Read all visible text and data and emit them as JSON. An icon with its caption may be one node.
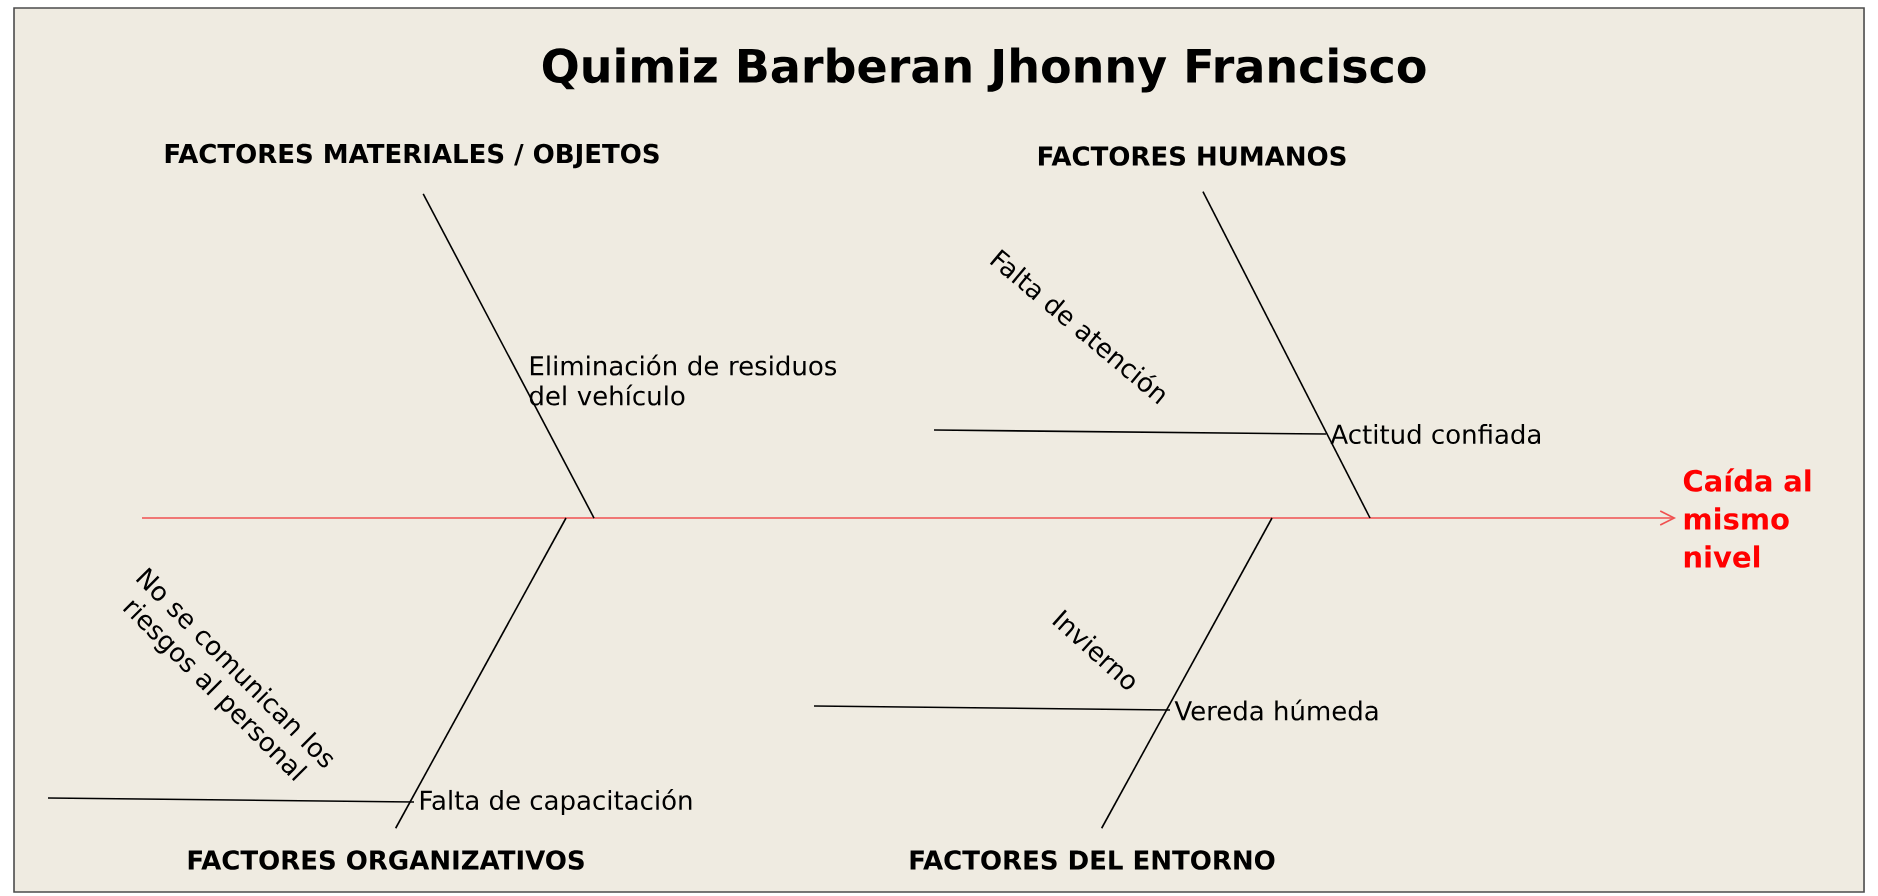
{
  "diagram": {
    "title": "Quimiz Barberan Jhonny Francisco",
    "nodes": [
      {
        "text": [
          "FACTORES MATERIALES / OBJETOS"
        ]
      },
      {
        "text": [
          "FACTORES HUMANOS"
        ]
      },
      {
        "text": [
          "FACTORES ORGANIZATIVOS"
        ]
      },
      {
        "text": [
          "FACTORES DEL ENTORNO"
        ]
      },
      {
        "text": [
          "Caída al mismo nivel"
        ]
      },
      {
        "text": [
          "Actitud confiada"
        ]
      },
      {
        "text": [
          "Vereda húmeda"
        ]
      },
      {
        "text": [
          "Falta de capacitación"
        ]
      }
    ],
    "edges": [
      {
        "from": null,
        "to": 4,
        "arrow": "to",
        "color": "#f05050"
      },
      {
        "from": 0,
        "to": null,
        "arrow": "none"
      },
      {
        "from": 1,
        "to": null,
        "arrow": "none"
      },
      {
        "from": 2,
        "to": null,
        "arrow": "none"
      },
      {
        "from": 3,
        "to": null,
        "arrow": "none"
      },
      {
        "from": null,
        "to": 5,
        "arrow": "none",
        "label": "Falta de atención"
      },
      {
        "from": null,
        "to": 6,
        "arrow": "none",
        "label": "Invierno"
      },
      {
        "from": null,
        "to": 7,
        "arrow": "none",
        "label": "No se comunican los riesgos al personal"
      }
    ],
    "labels": [
      "Eliminación de residuos del vehículo"
    ]
  }
}
